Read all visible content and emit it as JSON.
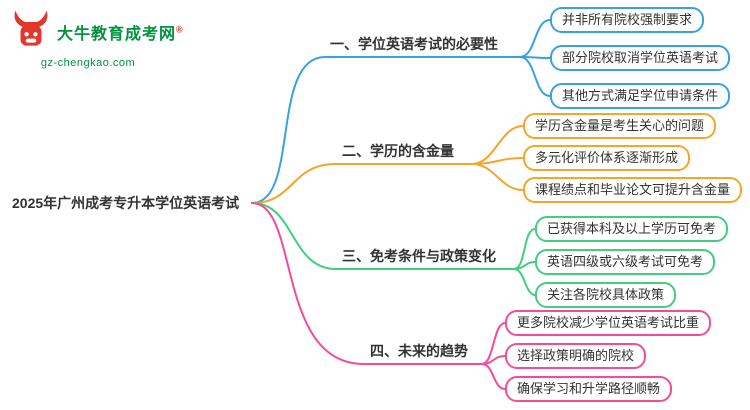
{
  "logo": {
    "name": "大牛教育成考网",
    "registered_mark": "®",
    "domain": "gz-chengkao.com",
    "brand_red": "#E2372B",
    "brand_green": "#00923F"
  },
  "root": {
    "label": "2025年广州成考专升本学位英语考试"
  },
  "branches": [
    {
      "label": "一、学位英语考试的必要性",
      "color": "#38A1E0",
      "children": [
        "并非所有院校强制要求",
        "部分院校取消学位英语考试",
        "其他方式满足学位申请条件"
      ]
    },
    {
      "label": "二、学历的含金量",
      "color": "#F7A42A",
      "children": [
        "学历含金量是考生关心的问题",
        "多元化评价体系逐渐形成",
        "课程绩点和毕业论文可提升含金量"
      ]
    },
    {
      "label": "三、免考条件与政策变化",
      "color": "#43CD80",
      "children": [
        "已获得本科及以上学历可免考",
        "英语四级或六级考试可免考",
        "关注各院校具体政策"
      ]
    },
    {
      "label": "四、未来的趋势",
      "color": "#F64B97",
      "children": [
        "更多院校减少学位英语考试比重",
        "选择政策明确的院校",
        "确保学习和升学路径顺畅"
      ]
    }
  ]
}
